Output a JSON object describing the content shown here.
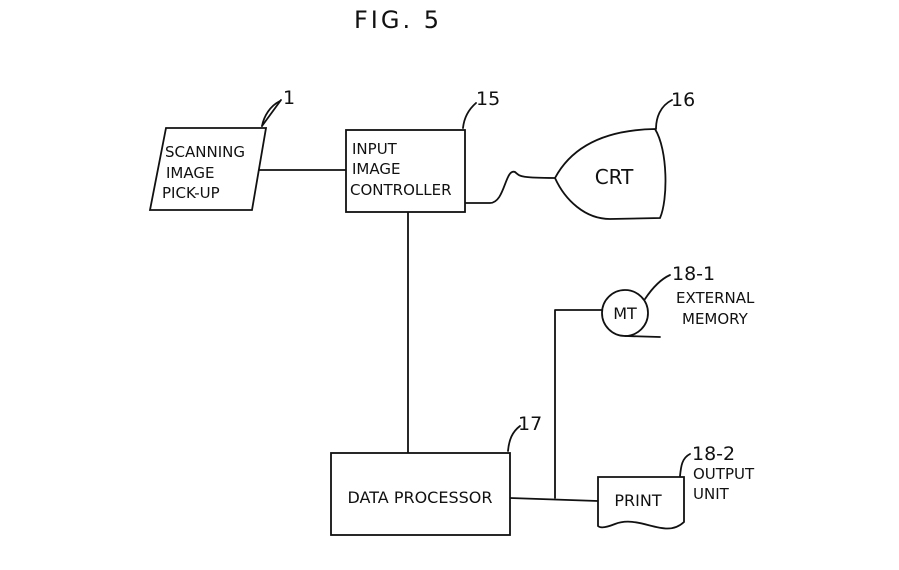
{
  "figure_title": "FIG. 5",
  "blocks": {
    "scanner": {
      "ref": "1",
      "lines": [
        "SCANNING",
        "IMAGE",
        "PICK-UP"
      ]
    },
    "input_controller": {
      "ref": "15",
      "lines": [
        "INPUT",
        "IMAGE",
        "CONTROLLER"
      ]
    },
    "crt": {
      "ref": "16",
      "label": "CRT"
    },
    "data_processor": {
      "ref": "17",
      "label": "DATA PROCESSOR"
    },
    "mt": {
      "ref": "18-1",
      "label": "MT",
      "caption": [
        "EXTERNAL",
        "MEMORY"
      ]
    },
    "printer": {
      "ref": "18-2",
      "label": "PRINT",
      "caption": [
        "OUTPUT",
        "UNIT"
      ]
    }
  }
}
